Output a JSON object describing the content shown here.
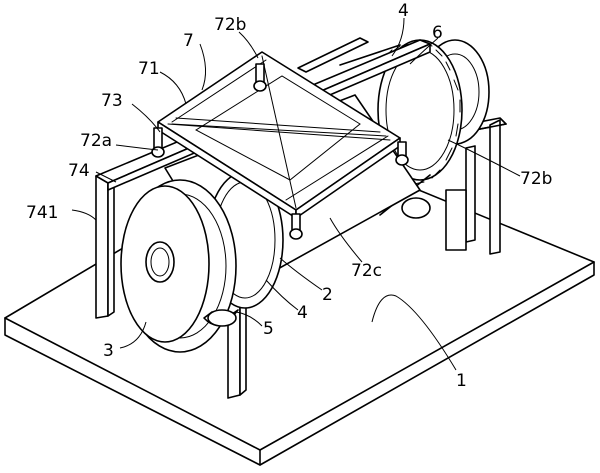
{
  "labels": {
    "l1": "1",
    "l2": "2",
    "l3": "3",
    "l4a": "4",
    "l4b": "4",
    "l5": "5",
    "l6": "6",
    "l7": "7",
    "l71": "71",
    "l72a": "72a",
    "l72b_top": "72b",
    "l72b_right": "72b",
    "l72c": "72c",
    "l73": "73",
    "l74": "74",
    "l741": "741"
  }
}
